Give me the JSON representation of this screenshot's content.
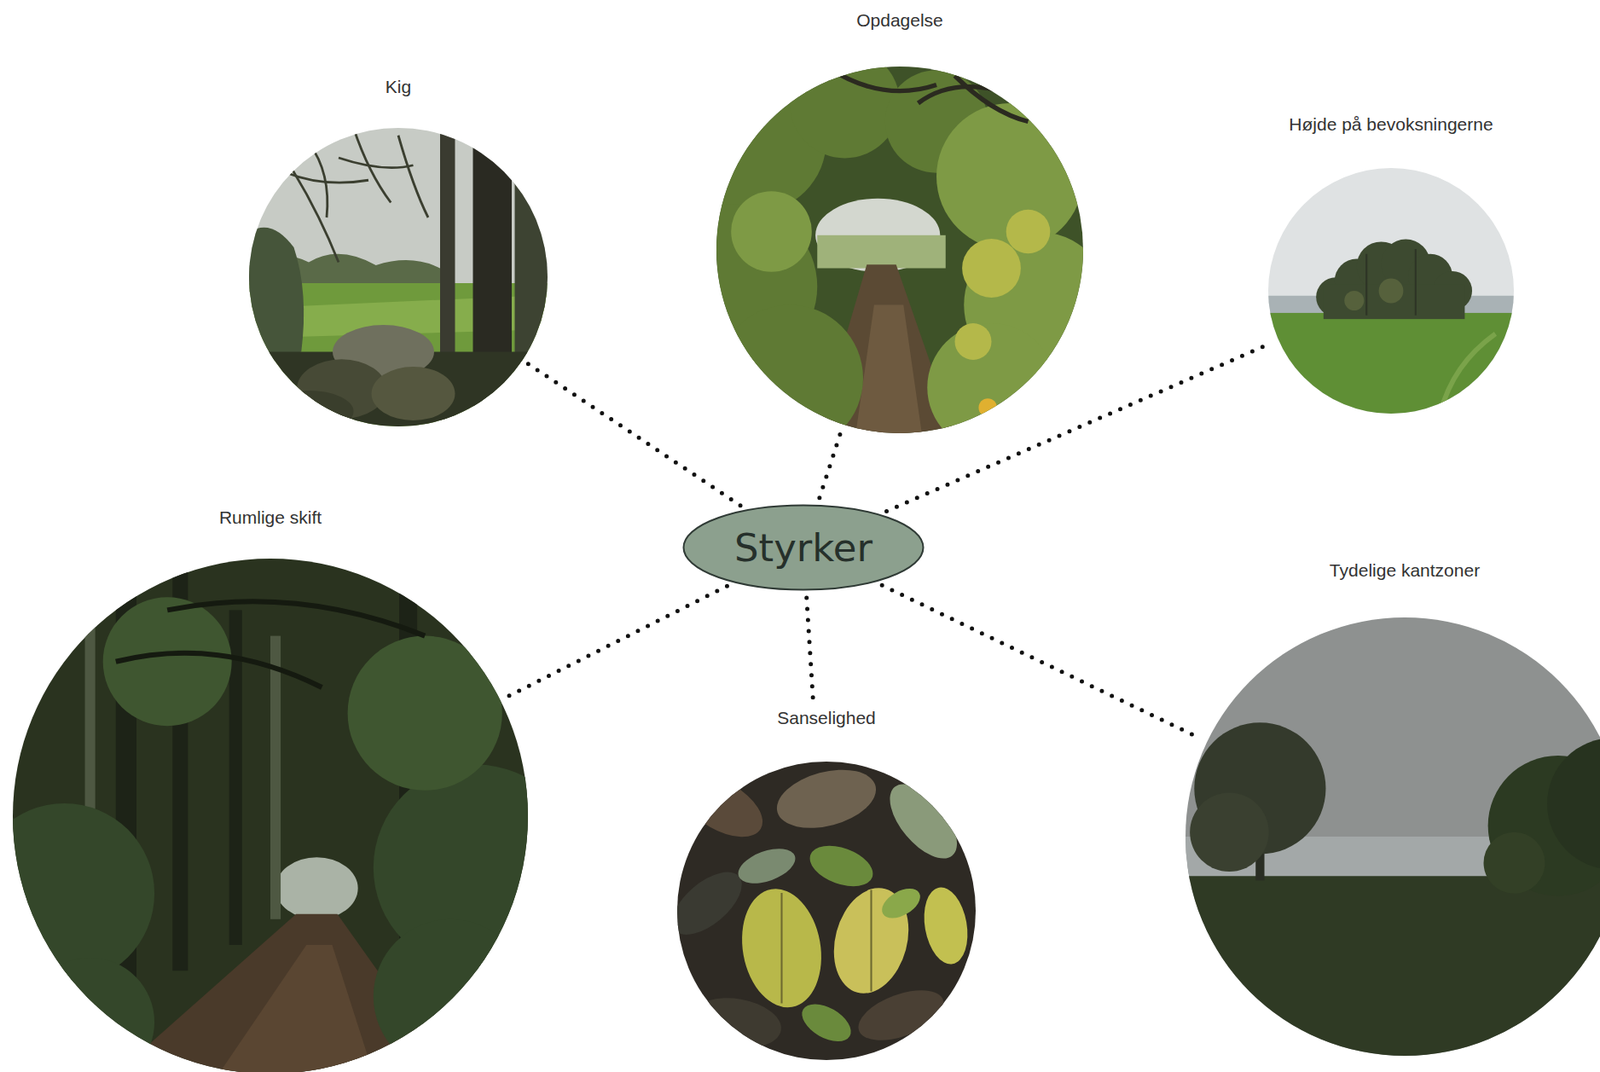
{
  "diagram": {
    "nodes": [
      {
        "text": [
          "Opdagelse"
        ]
      },
      {
        "text": [
          "Kig"
        ]
      },
      {
        "text": [
          "Højde på bevoksningerne"
        ]
      },
      {
        "text": [
          "Rumlige skift"
        ]
      },
      {
        "text": [
          "Styrker"
        ]
      },
      {
        "text": [
          "Tydelige kantzoner"
        ]
      },
      {
        "text": [
          "Sanselighed"
        ]
      }
    ],
    "edges": [
      {
        "from": 4,
        "to": 1,
        "arrow": "none"
      },
      {
        "from": 4,
        "to": 0,
        "arrow": "none"
      },
      {
        "from": 4,
        "to": 2,
        "arrow": "none"
      },
      {
        "from": 4,
        "to": 3,
        "arrow": "none"
      },
      {
        "from": 4,
        "to": 5,
        "arrow": "none"
      },
      {
        "from": 4,
        "to": 6,
        "arrow": "none"
      }
    ]
  }
}
